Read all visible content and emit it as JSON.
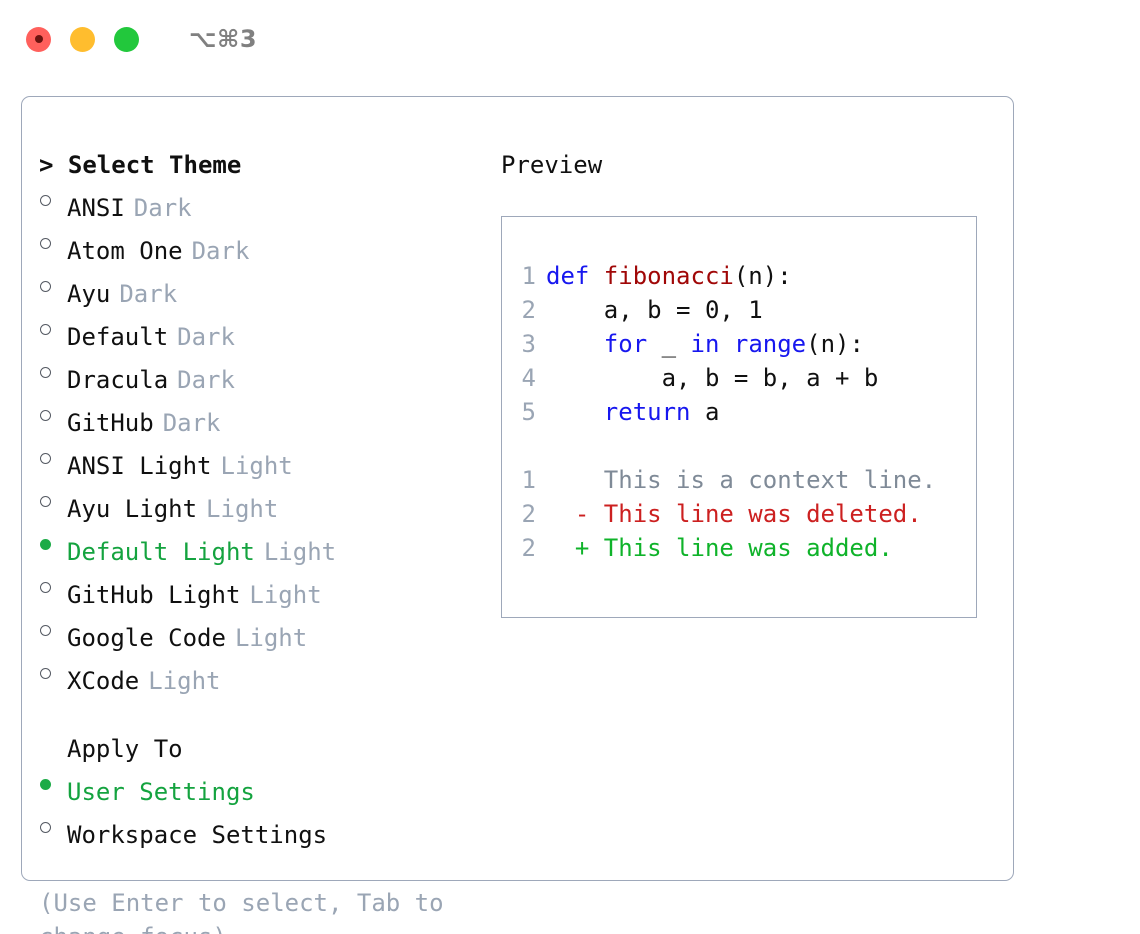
{
  "titlebar": {
    "shortcut": "⌥⌘3",
    "buttons": [
      "close",
      "minimize",
      "maximize"
    ]
  },
  "theme_picker": {
    "header": "> Select Theme",
    "options": [
      {
        "label": "ANSI",
        "badge": "Dark",
        "selected": false
      },
      {
        "label": "Atom One",
        "badge": "Dark",
        "selected": false
      },
      {
        "label": "Ayu",
        "badge": "Dark",
        "selected": false
      },
      {
        "label": "Default",
        "badge": "Dark",
        "selected": false
      },
      {
        "label": "Dracula",
        "badge": "Dark",
        "selected": false
      },
      {
        "label": "GitHub",
        "badge": "Dark",
        "selected": false
      },
      {
        "label": "ANSI Light",
        "badge": "Light",
        "selected": false
      },
      {
        "label": "Ayu Light",
        "badge": "Light",
        "selected": false
      },
      {
        "label": "Default Light",
        "badge": "Light",
        "selected": true
      },
      {
        "label": "GitHub Light",
        "badge": "Light",
        "selected": false
      },
      {
        "label": "Google Code",
        "badge": "Light",
        "selected": false
      },
      {
        "label": "XCode",
        "badge": "Light",
        "selected": false
      }
    ]
  },
  "apply_to": {
    "header": "Apply To",
    "options": [
      {
        "label": "User Settings",
        "selected": true
      },
      {
        "label": "Workspace Settings",
        "selected": false
      }
    ]
  },
  "hint": "(Use Enter to select, Tab to change focus)",
  "preview": {
    "title": "Preview",
    "code_lines": [
      {
        "number": "1",
        "tokens": [
          {
            "text": "def ",
            "type": "kw"
          },
          {
            "text": "fibonacci",
            "type": "fn"
          },
          {
            "text": "(n):",
            "type": "plain"
          }
        ]
      },
      {
        "number": "2",
        "tokens": [
          {
            "text": "    a, b = 0, 1",
            "type": "plain"
          }
        ]
      },
      {
        "number": "3",
        "tokens": [
          {
            "text": "    ",
            "type": "plain"
          },
          {
            "text": "for",
            "type": "kw"
          },
          {
            "text": " _ ",
            "type": "plain"
          },
          {
            "text": "in",
            "type": "kw"
          },
          {
            "text": " ",
            "type": "plain"
          },
          {
            "text": "range",
            "type": "kw"
          },
          {
            "text": "(n):",
            "type": "plain"
          }
        ]
      },
      {
        "number": "4",
        "tokens": [
          {
            "text": "        a, b = b, a + b",
            "type": "plain"
          }
        ]
      },
      {
        "number": "5",
        "tokens": [
          {
            "text": "    ",
            "type": "plain"
          },
          {
            "text": "return",
            "type": "kw"
          },
          {
            "text": " a",
            "type": "plain"
          }
        ]
      }
    ],
    "diff_lines": [
      {
        "number": "1",
        "marker": " ",
        "text": " This is a context line.",
        "type": "ctx"
      },
      {
        "number": "2",
        "marker": "-",
        "text": " This line was deleted.",
        "type": "del"
      },
      {
        "number": "2",
        "marker": "+",
        "text": " This line was added.",
        "type": "add"
      }
    ]
  },
  "colors": {
    "accent_green": "#14a33f",
    "bullet_green": "#1cab47",
    "muted_gray": "#9aa5b4",
    "border": "#9ea8ba",
    "keyword_blue": "#1717ef",
    "function_red": "#a00707",
    "diff_add": "#0fb32a",
    "diff_del": "#cc2020",
    "diff_ctx": "#7f8a97",
    "text": "#101010"
  }
}
